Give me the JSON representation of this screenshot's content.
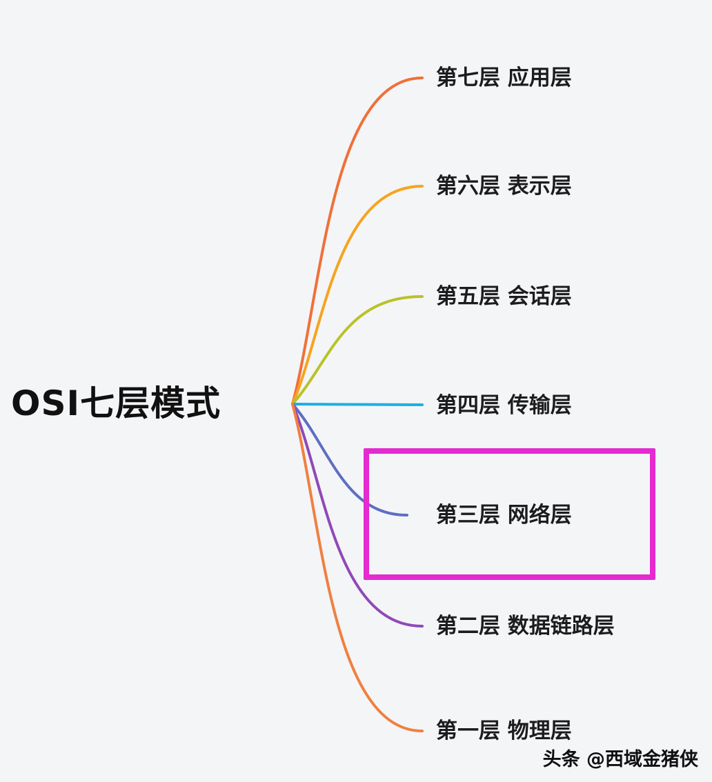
{
  "root": {
    "label": "OSI七层模式"
  },
  "branches": [
    {
      "label": "第七层 应用层",
      "color": "#f07038",
      "highlighted": false
    },
    {
      "label": "第六层 表示层",
      "color": "#f6a41f",
      "highlighted": false
    },
    {
      "label": "第五层 会话层",
      "color": "#b9c227",
      "highlighted": false
    },
    {
      "label": "第四层 传输层",
      "color": "#1ab0e2",
      "highlighted": false
    },
    {
      "label": "第三层 网络层",
      "color": "#5d6ec3",
      "highlighted": true
    },
    {
      "label": "第二层 数据链路层",
      "color": "#9049b6",
      "highlighted": false
    },
    {
      "label": "第一层 物理层",
      "color": "#f08040",
      "highlighted": false
    }
  ],
  "highlight": {
    "color": "#e42ad0"
  },
  "watermark": {
    "text": "头条 @西域金猪侠"
  }
}
